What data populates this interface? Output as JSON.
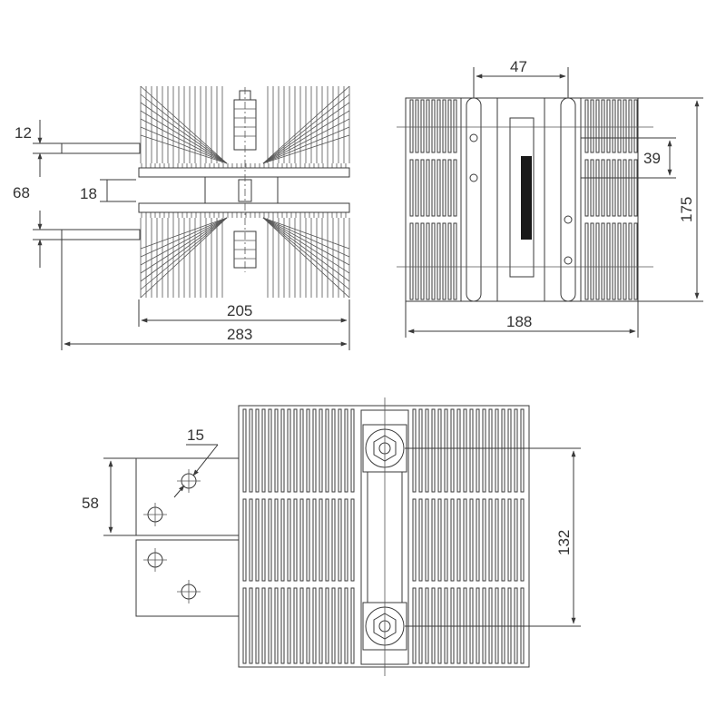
{
  "dimensions": {
    "front_top_offset": "12",
    "front_terminal_spacing": "68",
    "front_gap": "18",
    "front_heatsink_width": "205",
    "front_total_width": "283",
    "side_bolt_spacing": "47",
    "side_hole_offset": "39",
    "side_height": "175",
    "side_width": "188",
    "plan_hole_diameter": "15",
    "plan_hole_spacing": "58",
    "plan_mount_spacing": "132"
  }
}
